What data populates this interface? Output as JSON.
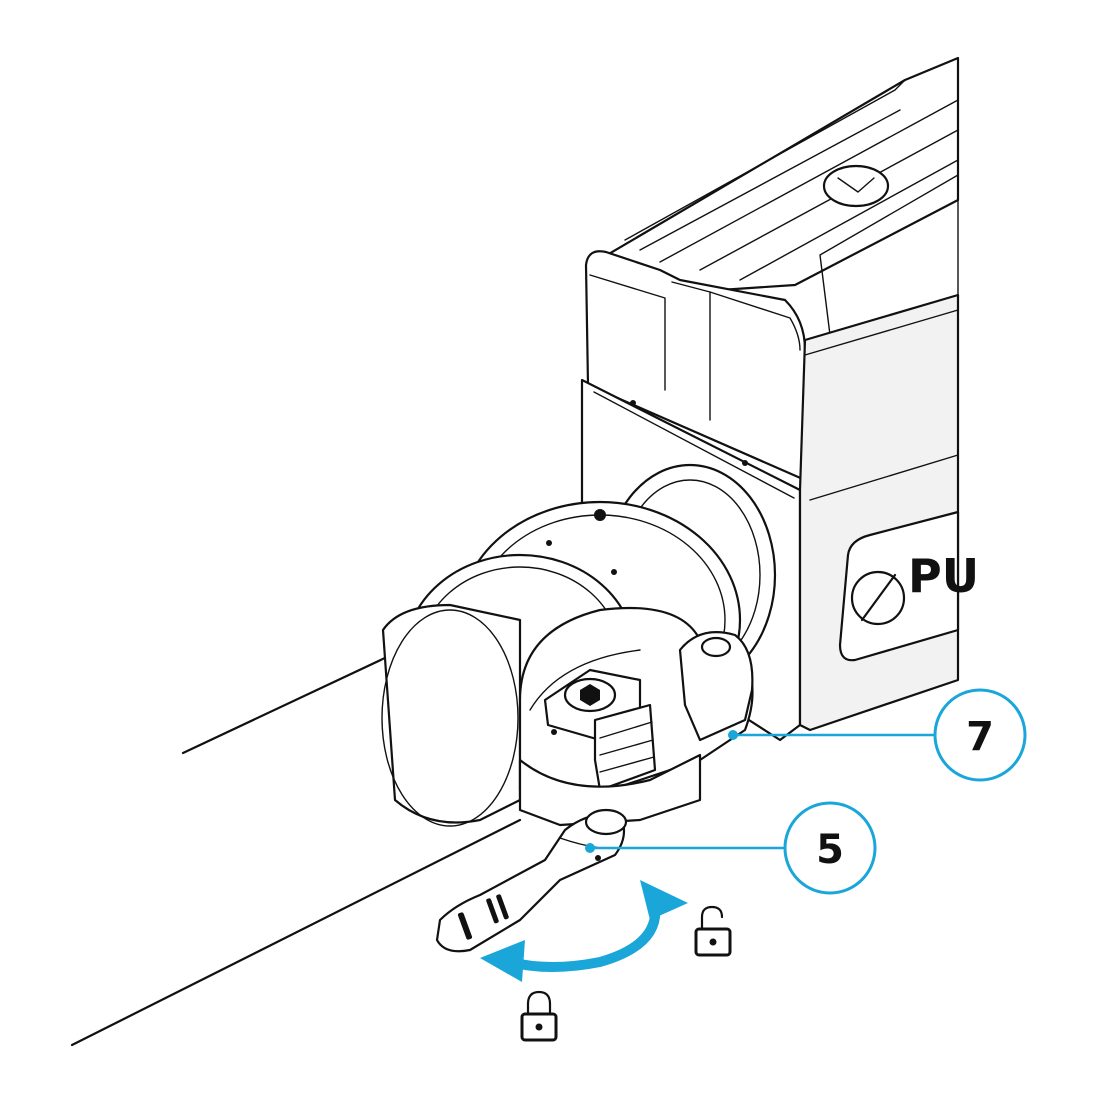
{
  "callouts": {
    "clamp": {
      "label": "7"
    },
    "lever": {
      "label": "5"
    }
  },
  "device": {
    "logo_text": "PU"
  },
  "icons": {
    "locked": "lock-closed-icon",
    "unlocked": "lock-open-icon",
    "rotation": "curved-arrow-icon"
  },
  "colors": {
    "accent": "#1aa6d9",
    "outline": "#111111"
  }
}
